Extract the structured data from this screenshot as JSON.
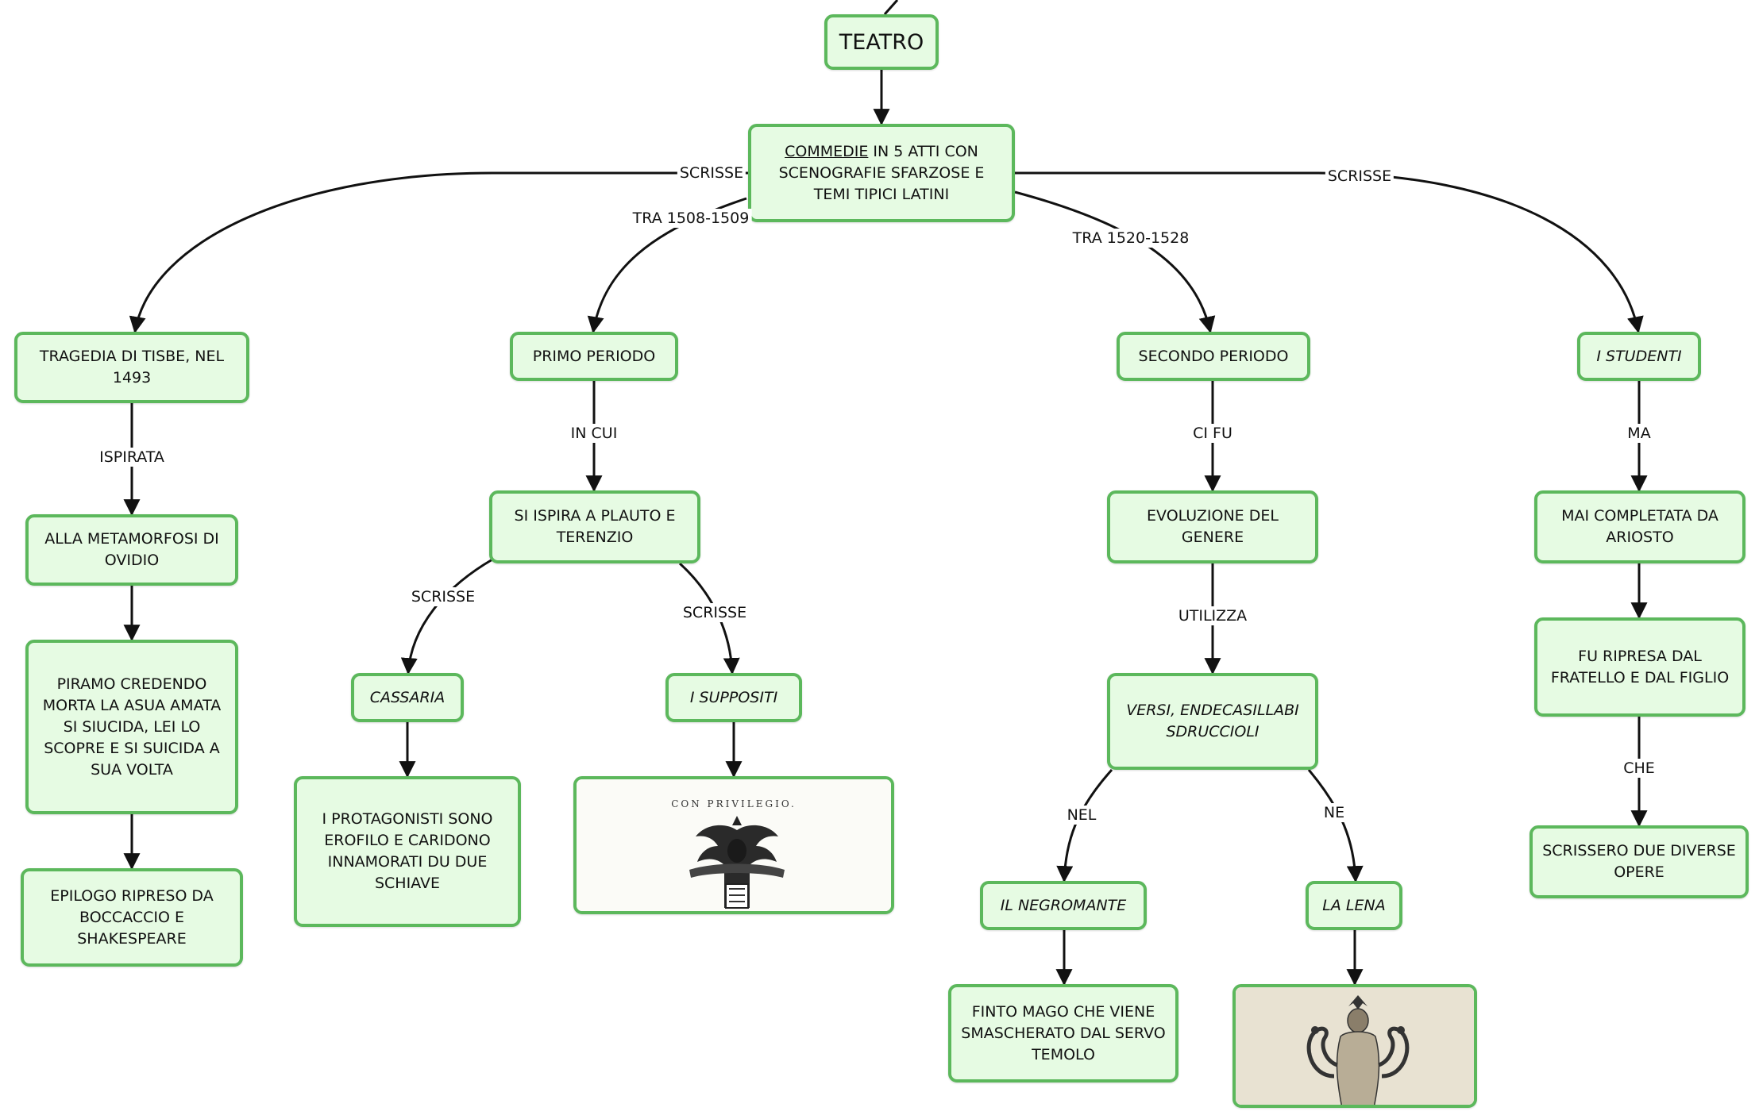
{
  "nodes": {
    "teatro": "TEATRO",
    "commedie": {
      "underlined": "COMMEDIE",
      "rest": " IN 5 ATTI CON SCENOGRAFIE SFARZOSE E TEMI TIPICI LATINI"
    },
    "tragedia": "TRAGEDIA DI TISBE, NEL 1493",
    "metamorfosi": "ALLA METAMORFOSI DI OVIDIO",
    "piramo": "PIRAMO CREDENDO MORTA LA ASUA AMATA SI SIUCIDA, LEI LO SCOPRE E SI SUICIDA A SUA VOLTA",
    "epilogo": "EPILOGO RIPRESO DA BOCCACCIO E SHAKESPEARE",
    "primo": "PRIMO PERIODO",
    "plauto": "SI ISPIRA A PLAUTO E TERENZIO",
    "cassaria": "CASSARIA",
    "protagonisti": "I PROTAGONISTI SONO EROFILO E CARIDONO INNAMORATI DU DUE SCHIAVE",
    "suppositi": "I SUPPOSITI",
    "suppositi_img": "CON PRIVILEGIO.",
    "secondo": "SECONDO PERIODO",
    "evoluzione": "EVOLUZIONE DEL GENERE",
    "versi": "VERSI, ENDECASILLABI SDRUCCIOLI",
    "negromante": "IL NEGROMANTE",
    "finto": "FINTO MAGO CHE VIENE SMASCHERATO DAL SERVO TEMOLO",
    "lena": "LA LENA",
    "studenti": "I STUDENTI",
    "mai": "MAI COMPLETATA DA ARIOSTO",
    "fu": "FU RIPRESA DAL FRATELLO E DAL FIGLIO",
    "scrissero": "SCRISSERO DUE DIVERSE OPERE"
  },
  "edge_labels": {
    "scrisse_left": "SCRISSE",
    "scrisse_right": "SCRISSE",
    "tra_1508": "TRA 1508-1509",
    "tra_1520": "TRA 1520-1528",
    "ispirata": "ISPIRATA",
    "in_cui": "IN CUI",
    "scrisse_cassaria": "SCRISSE",
    "scrisse_suppositi": "SCRISSE",
    "ci_fu": "CI FU",
    "utilizza": "UTILIZZA",
    "nel": "NEL",
    "ne": "NE",
    "ma": "MA",
    "che": "CHE"
  },
  "colors": {
    "node_fill": "#e6fbe3",
    "node_border": "#5cb85c",
    "edge": "#111111"
  }
}
